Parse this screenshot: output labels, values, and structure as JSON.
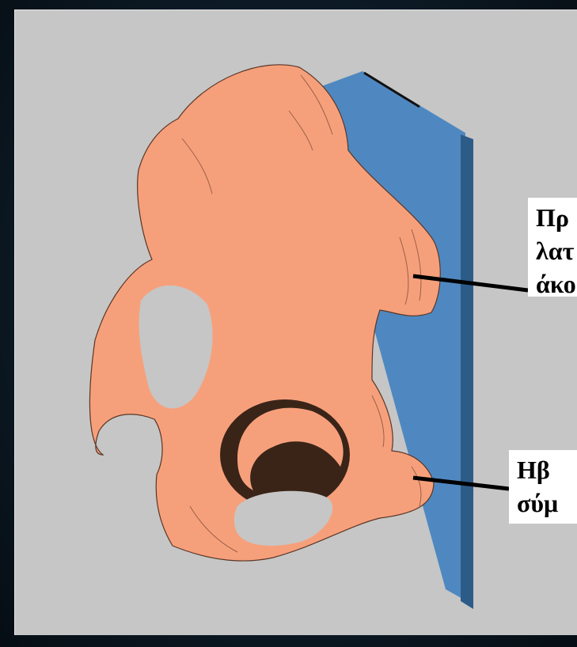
{
  "labels": {
    "asis": "Πρ\nλατ\nάκο",
    "pubic": "Ηβ\nσύμ"
  },
  "colors": {
    "bone": "#f6a07b",
    "bone_shadow": "#3a2418",
    "plate": "#4f88c0",
    "plate_edge": "#2d5b88",
    "panel": "#c6c6c6",
    "background": "#0d1b26"
  },
  "icons": {
    "hip_bone": "hip-bone-illustration",
    "plane": "vertical-plane-plate"
  }
}
